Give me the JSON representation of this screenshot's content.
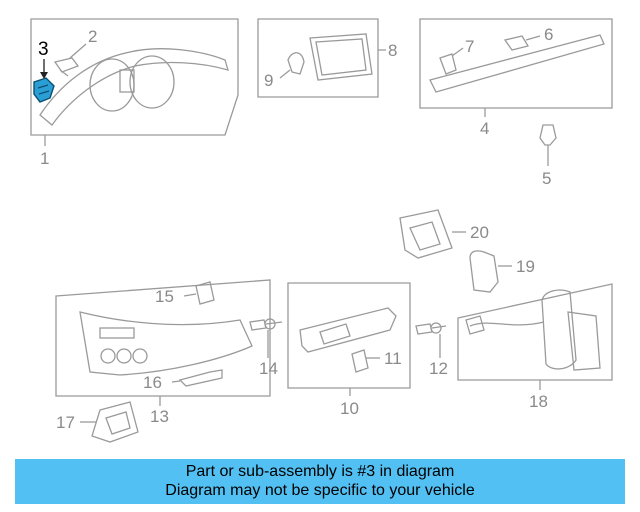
{
  "diagram": {
    "callouts": {
      "c1": "1",
      "c2": "2",
      "c3": "3",
      "c4": "4",
      "c5": "5",
      "c6": "6",
      "c7": "7",
      "c8": "8",
      "c9": "9",
      "c10": "10",
      "c11": "11",
      "c12": "12",
      "c13": "13",
      "c14": "14",
      "c15": "15",
      "c16": "16",
      "c17": "17",
      "c18": "18",
      "c19": "19",
      "c20": "20"
    },
    "highlight_color": "#2a9fd6",
    "line_color": "#9a9a9a"
  },
  "banner": {
    "line1": "Part or sub-assembly is #3 in diagram",
    "line2": "Diagram may not be specific to your vehicle",
    "color": "#52c0f2"
  }
}
